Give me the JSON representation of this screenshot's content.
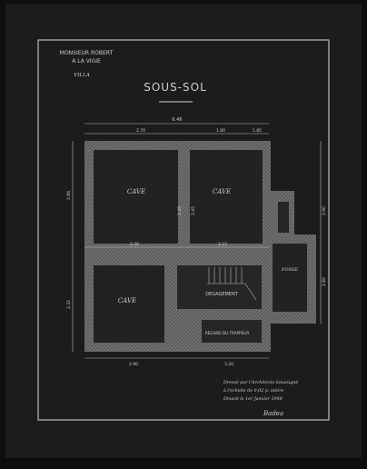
{
  "client": {
    "line1": "MONSIEUR ROBERT",
    "line2": "A LA VIGIE",
    "line3": "VILLA"
  },
  "plan_title": "SOUS-SOL",
  "rooms": {
    "cave_top_left": "CAVE",
    "cave_top_right": "CAVE",
    "cave_bottom": "CAVE",
    "degagement": "DEGAGEMENT",
    "fosse": "FOSSE",
    "regard": "REGARD DU TRAPPEUR"
  },
  "dimensions": {
    "overall_width": "6.46",
    "top_left": "2.70",
    "top_mid": "1.80",
    "top_right": "1.85",
    "mid_left": "2.30",
    "mid_right": "2.15",
    "bottom_left": "2.90",
    "bottom_right": "3.20",
    "left_upper": "2.66",
    "left_lower": "2.32",
    "right_upper": "2.90",
    "right_lower": "1.60",
    "inner_a": "2.45",
    "inner_b": "2.45"
  },
  "footer": {
    "line1": "Dressé par l'Architecte Soussigné",
    "line2": "à l'échelle de 0,02 p. mètre",
    "line3": "Dinard le 1er Janvier 1948",
    "signature": "Badea"
  },
  "colors": {
    "paper": "#1c1c1c",
    "ink": "#d6d6d6",
    "wall_fill": "#6b6b6b"
  }
}
